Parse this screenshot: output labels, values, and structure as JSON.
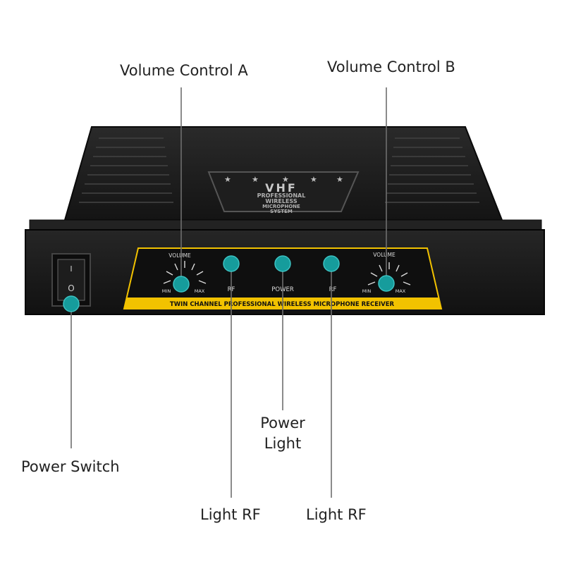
{
  "device": {
    "badge_title": "VHF",
    "badge_line1": "PROFESSIONAL",
    "badge_line2": "WIRELESS",
    "badge_line3": "MICROPHONE",
    "badge_line4": "SYSTEM",
    "strip_text": "TWIN CHANNEL PROFESSIONAL WIRELESS MICROPHONE RECEIVER",
    "knob_a": {
      "label": "VOLUME",
      "min": "MIN",
      "max": "MAX"
    },
    "knob_b": {
      "label": "VOLUME",
      "min": "MIN",
      "max": "MAX"
    },
    "rf_a_label": "RF",
    "power_label": "POWER",
    "rf_b_label": "RF",
    "switch_on": "I",
    "switch_off": "O"
  },
  "callouts": {
    "volume_a": "Volume Control A",
    "volume_b": "Volume Control B",
    "power_switch": "Power Switch",
    "power_light_1": "Power",
    "power_light_2": "Light",
    "light_rf_a": "Light RF",
    "light_rf_b": "Light RF"
  },
  "colors": {
    "accent_dot": "#169c9c",
    "strip": "#f2c200",
    "body": "#1a1a1a"
  }
}
